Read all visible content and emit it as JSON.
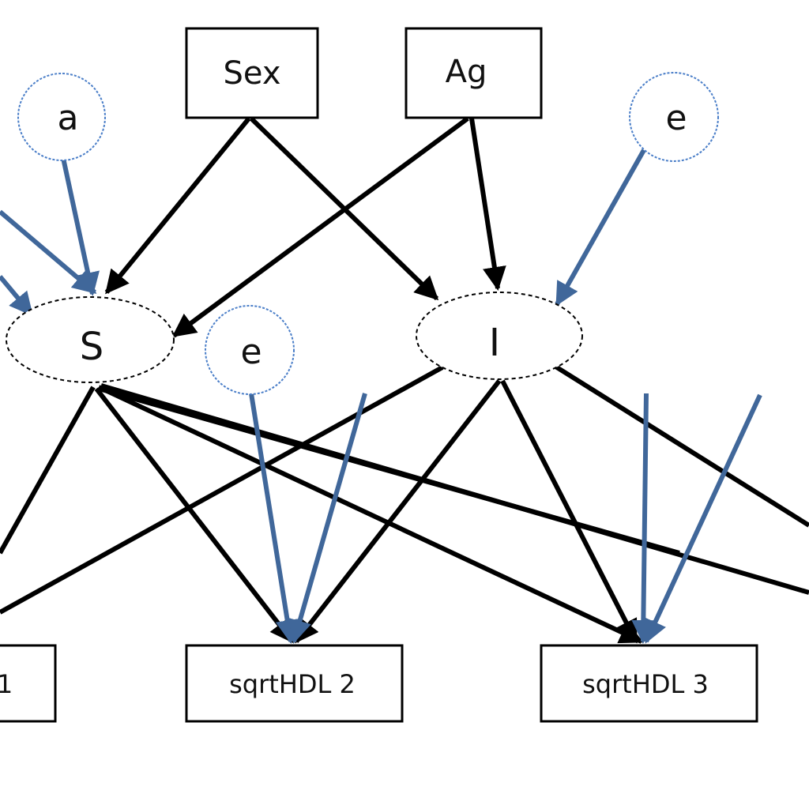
{
  "nodes": {
    "sex": "Sex",
    "age": "Ag",
    "intercept": "I",
    "slope": "S",
    "err_a": "a",
    "err_e_left": "e",
    "err_e_right": "e",
    "obs1": "1",
    "obs2": "sqrtHDL 2",
    "obs3": "sqrtHDL 3"
  },
  "colors": {
    "black_edge": "#000000",
    "blue_edge": "#40679a",
    "error_circle": "#4a7ec8"
  }
}
